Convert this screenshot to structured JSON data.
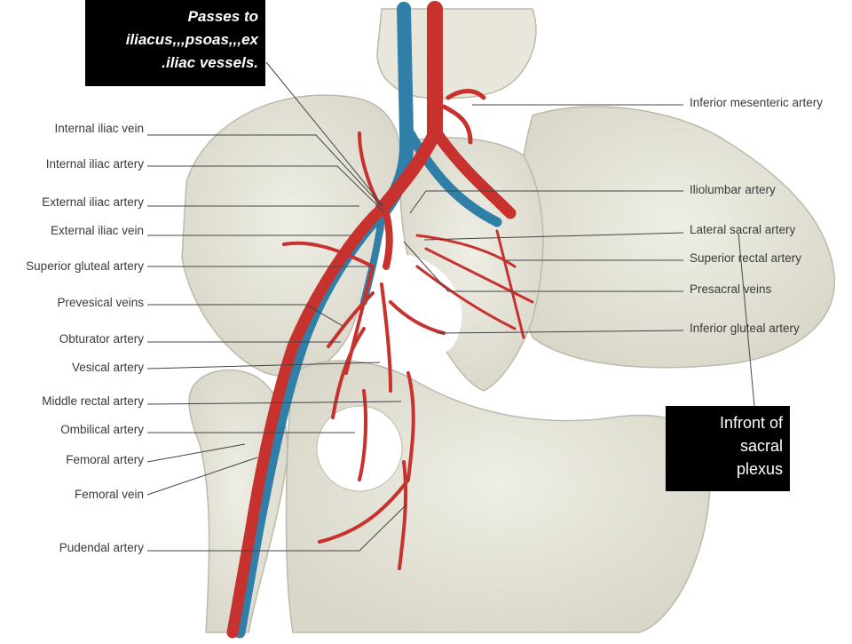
{
  "labels_left": [
    "Internal iliac vein",
    "Internal iliac artery",
    "External iliac artery",
    "External iliac vein",
    "Superior gluteal artery",
    "Prevesical veins",
    "Obturator artery",
    "Vesical artery",
    "Middle rectal artery",
    "Ombilical artery",
    "Femoral artery",
    "Femoral vein",
    "Pudendal artery"
  ],
  "labels_right": [
    "Inferior mesenteric artery",
    "Iliolumbar artery",
    "Lateral sacral artery",
    "Superior rectal artery",
    "Presacral veins",
    "Inferior gluteal artery"
  ],
  "note_top": [
    "Passes to",
    "iliacus,,,psoas,,,ex",
    ".iliac vessels."
  ],
  "note_right": [
    "Infront of",
    "sacral",
    "plexus"
  ],
  "colors": {
    "bone": "#e6e4d8",
    "artery": "#c8322e",
    "vein": "#2f7fa8",
    "note_bg": "#000000"
  }
}
